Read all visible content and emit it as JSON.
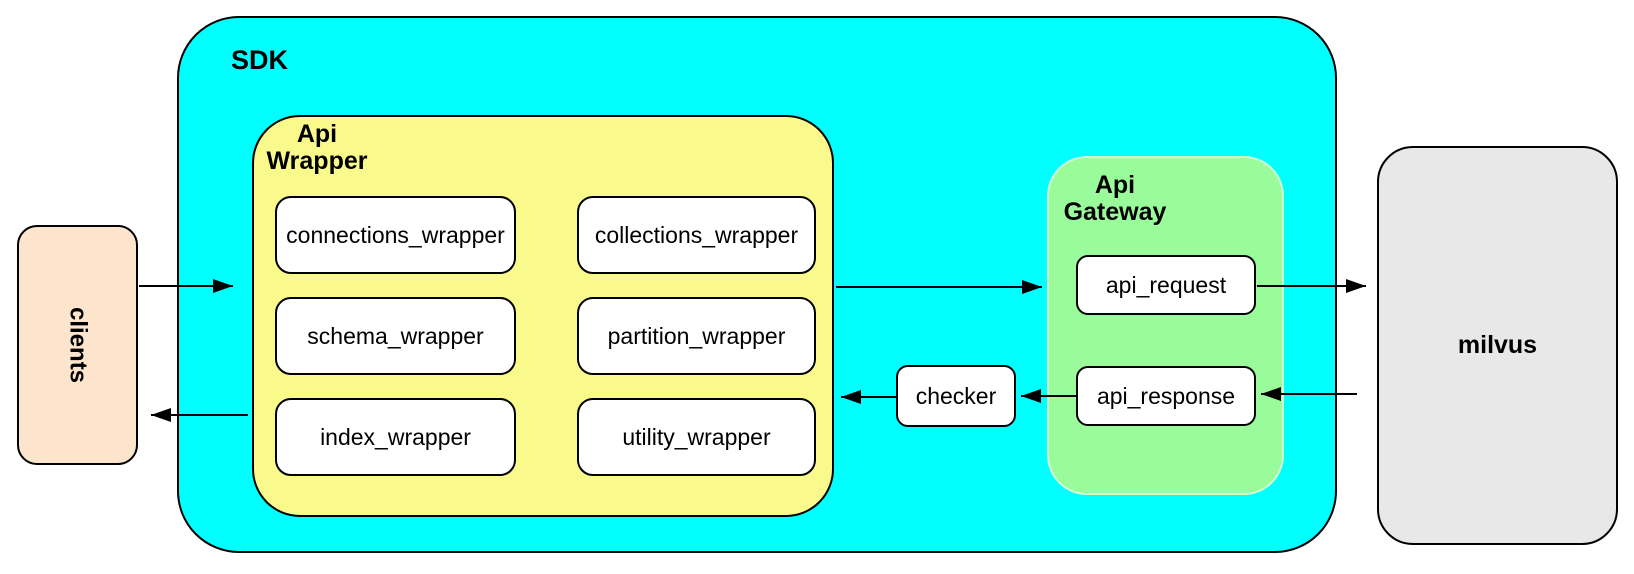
{
  "diagram": {
    "clients": {
      "label": "clients"
    },
    "sdk": {
      "label": "SDK",
      "api_wrapper": {
        "title_lines": [
          "Api",
          "Wrapper"
        ],
        "modules": [
          "connections_wrapper",
          "collections_wrapper",
          "schema_wrapper",
          "partition_wrapper",
          "index_wrapper",
          "utility_wrapper"
        ]
      },
      "checker": {
        "label": "checker"
      },
      "api_gateway": {
        "title_lines": [
          "Api",
          "Gateway"
        ],
        "request_label": "api_request",
        "response_label": "api_response"
      }
    },
    "milvus": {
      "label": "milvus"
    },
    "connections": [
      {
        "from": "clients",
        "to": "api_wrapper"
      },
      {
        "from": "api_wrapper",
        "to": "api_gateway"
      },
      {
        "from": "api_request",
        "to": "milvus"
      },
      {
        "from": "milvus",
        "to": "api_response"
      },
      {
        "from": "api_response",
        "to": "checker"
      },
      {
        "from": "checker",
        "to": "api_wrapper"
      },
      {
        "from": "sdk",
        "to": "clients"
      }
    ],
    "colors": {
      "sdk_fill": "#00FFFF",
      "wrapper_fill": "#FAFA8C",
      "gateway_fill": "#9AFB9A",
      "clients_fill": "#FCE5CC",
      "milvus_fill": "#E8E8E8",
      "node_fill": "#FFFFFF",
      "line": "#000000"
    }
  }
}
